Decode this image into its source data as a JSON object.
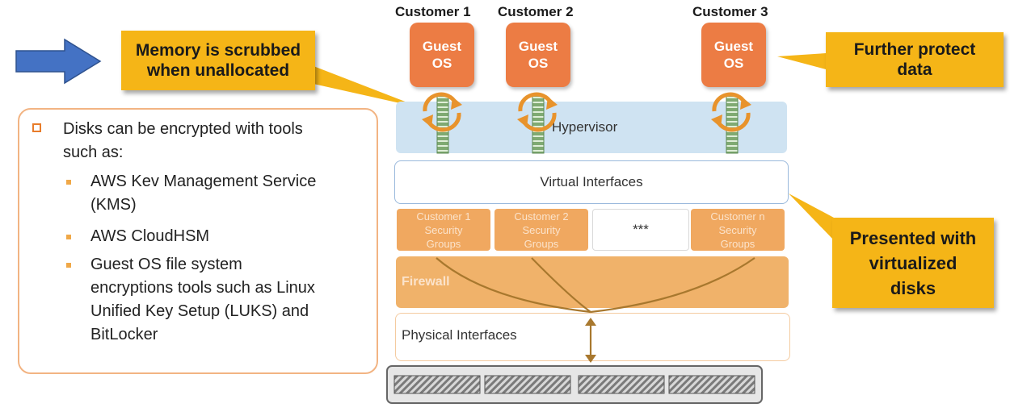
{
  "customers": [
    {
      "label": "Customer 1",
      "guest_line1": "Guest",
      "guest_line2": "OS"
    },
    {
      "label": "Customer 2",
      "guest_line1": "Guest",
      "guest_line2": "OS"
    },
    {
      "label": "Customer 3",
      "guest_line1": "Guest",
      "guest_line2": "OS"
    }
  ],
  "callouts": {
    "memory_line1": "Memory is scrubbed",
    "memory_line2": "when unallocated",
    "protect_line1": "Further protect",
    "protect_line2": "data",
    "presented_line1": "Presented with",
    "presented_line2": "virtualized",
    "presented_line3": "disks"
  },
  "layers": {
    "hypervisor": "Hypervisor",
    "virtual_interfaces": "Virtual Interfaces",
    "firewall": "Firewall",
    "physical_interfaces": "Physical Interfaces"
  },
  "security_groups": [
    {
      "line1": "Customer 1",
      "line2": "Security",
      "line3": "Groups"
    },
    {
      "line1": "Customer 2",
      "line2": "Security",
      "line3": "Groups"
    },
    {
      "line1": "***",
      "line2": "",
      "line3": ""
    },
    {
      "line1": "Customer n",
      "line2": "Security",
      "line3": "Groups"
    }
  ],
  "textbox": {
    "main_line1": "Disks can be encrypted with tools",
    "main_line2": "such as:",
    "items": [
      {
        "line1": "AWS Kev Management Service",
        "line2": "(KMS)"
      },
      {
        "line1": "AWS CloudHSM"
      },
      {
        "line1": "Guest OS file system",
        "line2": "encryptions tools such as Linux",
        "line3": "Unified Key Setup (LUKS) and",
        "line4": "BitLocker"
      }
    ]
  },
  "colors": {
    "arrow_blue": "#4472c4",
    "guest_orange": "#ec7c44",
    "callout_yellow": "#f5b517",
    "hypervisor_blue": "#cfe3f2",
    "security_group_orange": "#f0a860",
    "firewall_orange": "#f0b26a",
    "connector_brown": "#a8782e"
  }
}
